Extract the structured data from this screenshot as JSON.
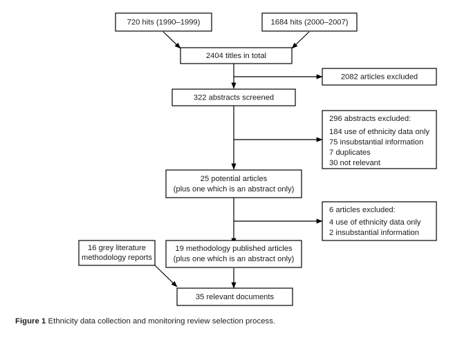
{
  "figure": {
    "caption_label": "Figure 1",
    "caption_text": "Ethnicity data collection and monitoring review selection process.",
    "colors": {
      "background": "#ffffff",
      "box_border": "#000000",
      "box_fill": "#ffffff",
      "text": "#1a1a1a",
      "connector": "#000000"
    }
  },
  "diagram": {
    "type": "flowchart",
    "orientation": "top-to-bottom",
    "nodes": {
      "hits_1990": {
        "lines": [
          "720 hits (1990–1999)"
        ]
      },
      "hits_2000": {
        "lines": [
          "1684 hits (2000–2007)"
        ]
      },
      "titles_total": {
        "lines": [
          "2404 titles in total"
        ]
      },
      "excluded_2082": {
        "lines": [
          "2082 articles excluded"
        ]
      },
      "abstracts_screened": {
        "lines": [
          "322 abstracts screened"
        ]
      },
      "excluded_296": {
        "lines": [
          "296 abstracts excluded:",
          "184 use of ethnicity data only",
          "75 insubstantial information",
          "7 duplicates",
          "30 not relevant"
        ]
      },
      "potential_articles": {
        "lines": [
          "25 potential articles",
          "(plus one which is an abstract only)"
        ]
      },
      "excluded_6": {
        "lines": [
          "6 articles excluded:",
          "4 use of ethnicity data only",
          "2 insubstantial information"
        ]
      },
      "grey_literature": {
        "lines": [
          "16 grey literature",
          "methodology reports"
        ]
      },
      "methodology_published": {
        "lines": [
          "19 methodology published articles",
          "(plus one which is an abstract only)"
        ]
      },
      "relevant_documents": {
        "lines": [
          "35 relevant documents"
        ]
      }
    },
    "edges": [
      {
        "from": "hits_1990",
        "to": "titles_total",
        "style": "diagonal-arrow"
      },
      {
        "from": "hits_2000",
        "to": "titles_total",
        "style": "diagonal-arrow"
      },
      {
        "from": "titles_total",
        "to": "abstracts_screened",
        "style": "vertical-arrow"
      },
      {
        "from": "titles_total",
        "to": "excluded_2082",
        "style": "branch-right-arrow"
      },
      {
        "from": "abstracts_screened",
        "to": "potential_articles",
        "style": "vertical-arrow"
      },
      {
        "from": "abstracts_screened",
        "to": "excluded_296",
        "style": "branch-right-arrow"
      },
      {
        "from": "potential_articles",
        "to": "methodology_published",
        "style": "vertical-arrow"
      },
      {
        "from": "potential_articles",
        "to": "excluded_6",
        "style": "branch-right-arrow"
      },
      {
        "from": "methodology_published",
        "to": "relevant_documents",
        "style": "vertical-arrow"
      },
      {
        "from": "grey_literature",
        "to": "relevant_documents",
        "style": "diagonal-arrow"
      }
    ]
  }
}
